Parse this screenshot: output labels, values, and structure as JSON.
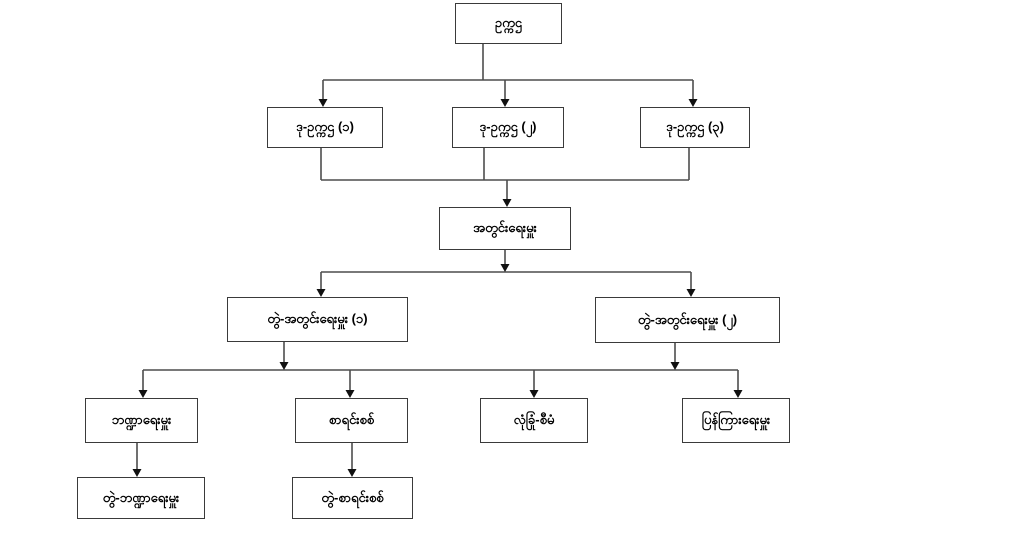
{
  "diagram": {
    "kind": "organization-chart",
    "language": "Burmese",
    "nodes": {
      "chairman": {
        "label": "ဥက္ကဌ"
      },
      "vice1": {
        "label": "ဒု-ဥက္ကဌ (၁)"
      },
      "vice2": {
        "label": "ဒု-ဥက္ကဌ (၂)"
      },
      "vice3": {
        "label": "ဒု-ဥက္ကဌ (၃)"
      },
      "secretary": {
        "label": "အတွင်းရေးမှူး"
      },
      "joint_secretary_1": {
        "label": "တွဲ-အတွင်းရေးမှူး (၁)"
      },
      "joint_secretary_2": {
        "label": "တွဲ-အတွင်းရေးမှူး (၂)"
      },
      "treasurer": {
        "label": "ဘဏ္ဍာရေးမှူး"
      },
      "auditor": {
        "label": "စာရင်းစစ်"
      },
      "security_admin": {
        "label": "လုံခြုံ-စီမံ"
      },
      "information": {
        "label": "ပြန်ကြားရေးမှူး"
      },
      "joint_treasurer": {
        "label": "တွဲ-ဘဏ္ဍာရေးမှူး"
      },
      "joint_auditor": {
        "label": "တွဲ-စာရင်းစစ်"
      }
    },
    "edges": [
      {
        "from": "chairman",
        "to": "vice1"
      },
      {
        "from": "chairman",
        "to": "vice2"
      },
      {
        "from": "chairman",
        "to": "vice3"
      },
      {
        "from": "vice1,vice2,vice3",
        "to": "secretary"
      },
      {
        "from": "secretary",
        "to": "joint_secretary_1"
      },
      {
        "from": "secretary",
        "to": "joint_secretary_2"
      },
      {
        "from": "joint_secretary_1,joint_secretary_2",
        "to": "treasurer"
      },
      {
        "from": "joint_secretary_1,joint_secretary_2",
        "to": "auditor"
      },
      {
        "from": "joint_secretary_1,joint_secretary_2",
        "to": "security_admin"
      },
      {
        "from": "joint_secretary_1,joint_secretary_2",
        "to": "information"
      },
      {
        "from": "treasurer",
        "to": "joint_treasurer"
      },
      {
        "from": "auditor",
        "to": "joint_auditor"
      }
    ],
    "colors": {
      "background": "#ffffff",
      "box_border": "#3a3a3a",
      "line": "#4d4d4d",
      "arrowhead": "#111111",
      "text": "#000000"
    }
  }
}
